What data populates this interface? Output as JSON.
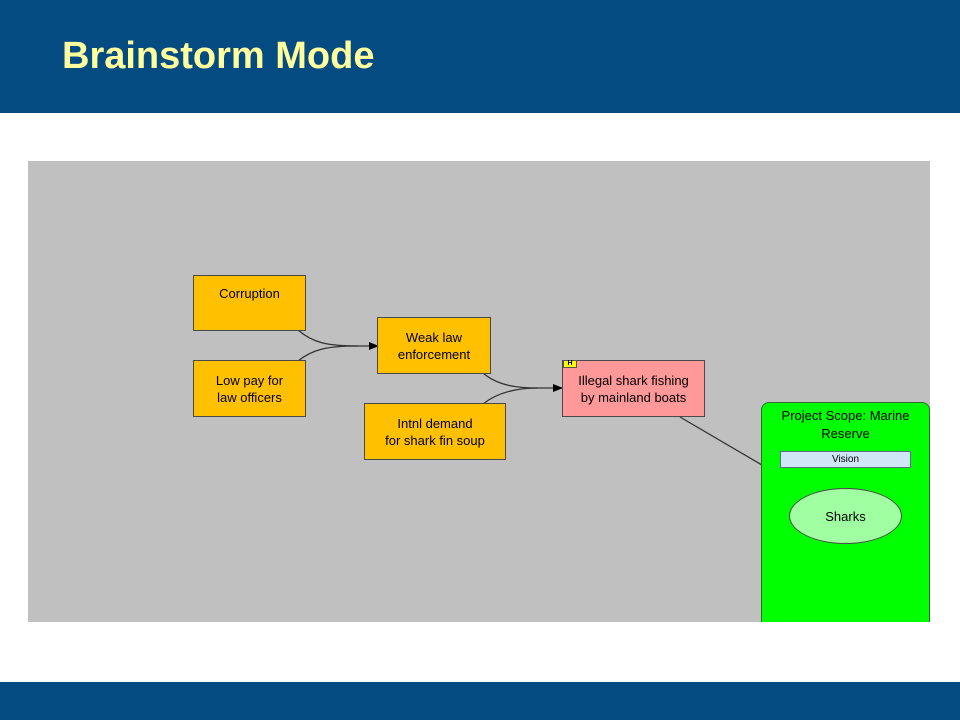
{
  "slide": {
    "title": "Brainstorm Mode"
  },
  "diagram": {
    "factors": {
      "corruption": "Corruption",
      "low_pay": "Low pay for\nlaw officers",
      "weak_law": "Weak law\nenforcement",
      "intl_demand": "Intnl demand\nfor shark fin soup"
    },
    "direct_threat": {
      "label": "Illegal shark fishing\nby mainland boats",
      "badge": "H"
    },
    "project_scope": {
      "title": "Project Scope: Marine\nReserve",
      "vision": "Vision",
      "target": "Sharks"
    }
  },
  "colors": {
    "header_bar": "#044b82",
    "title_text": "#ffff9e",
    "canvas_background": "#c0c0c0",
    "contributing_factor": "#ffc000",
    "direct_threat": "#ff9999",
    "scope_area": "#00ff00",
    "target": "#a0ffa0",
    "vision": "#cfe6f7"
  }
}
